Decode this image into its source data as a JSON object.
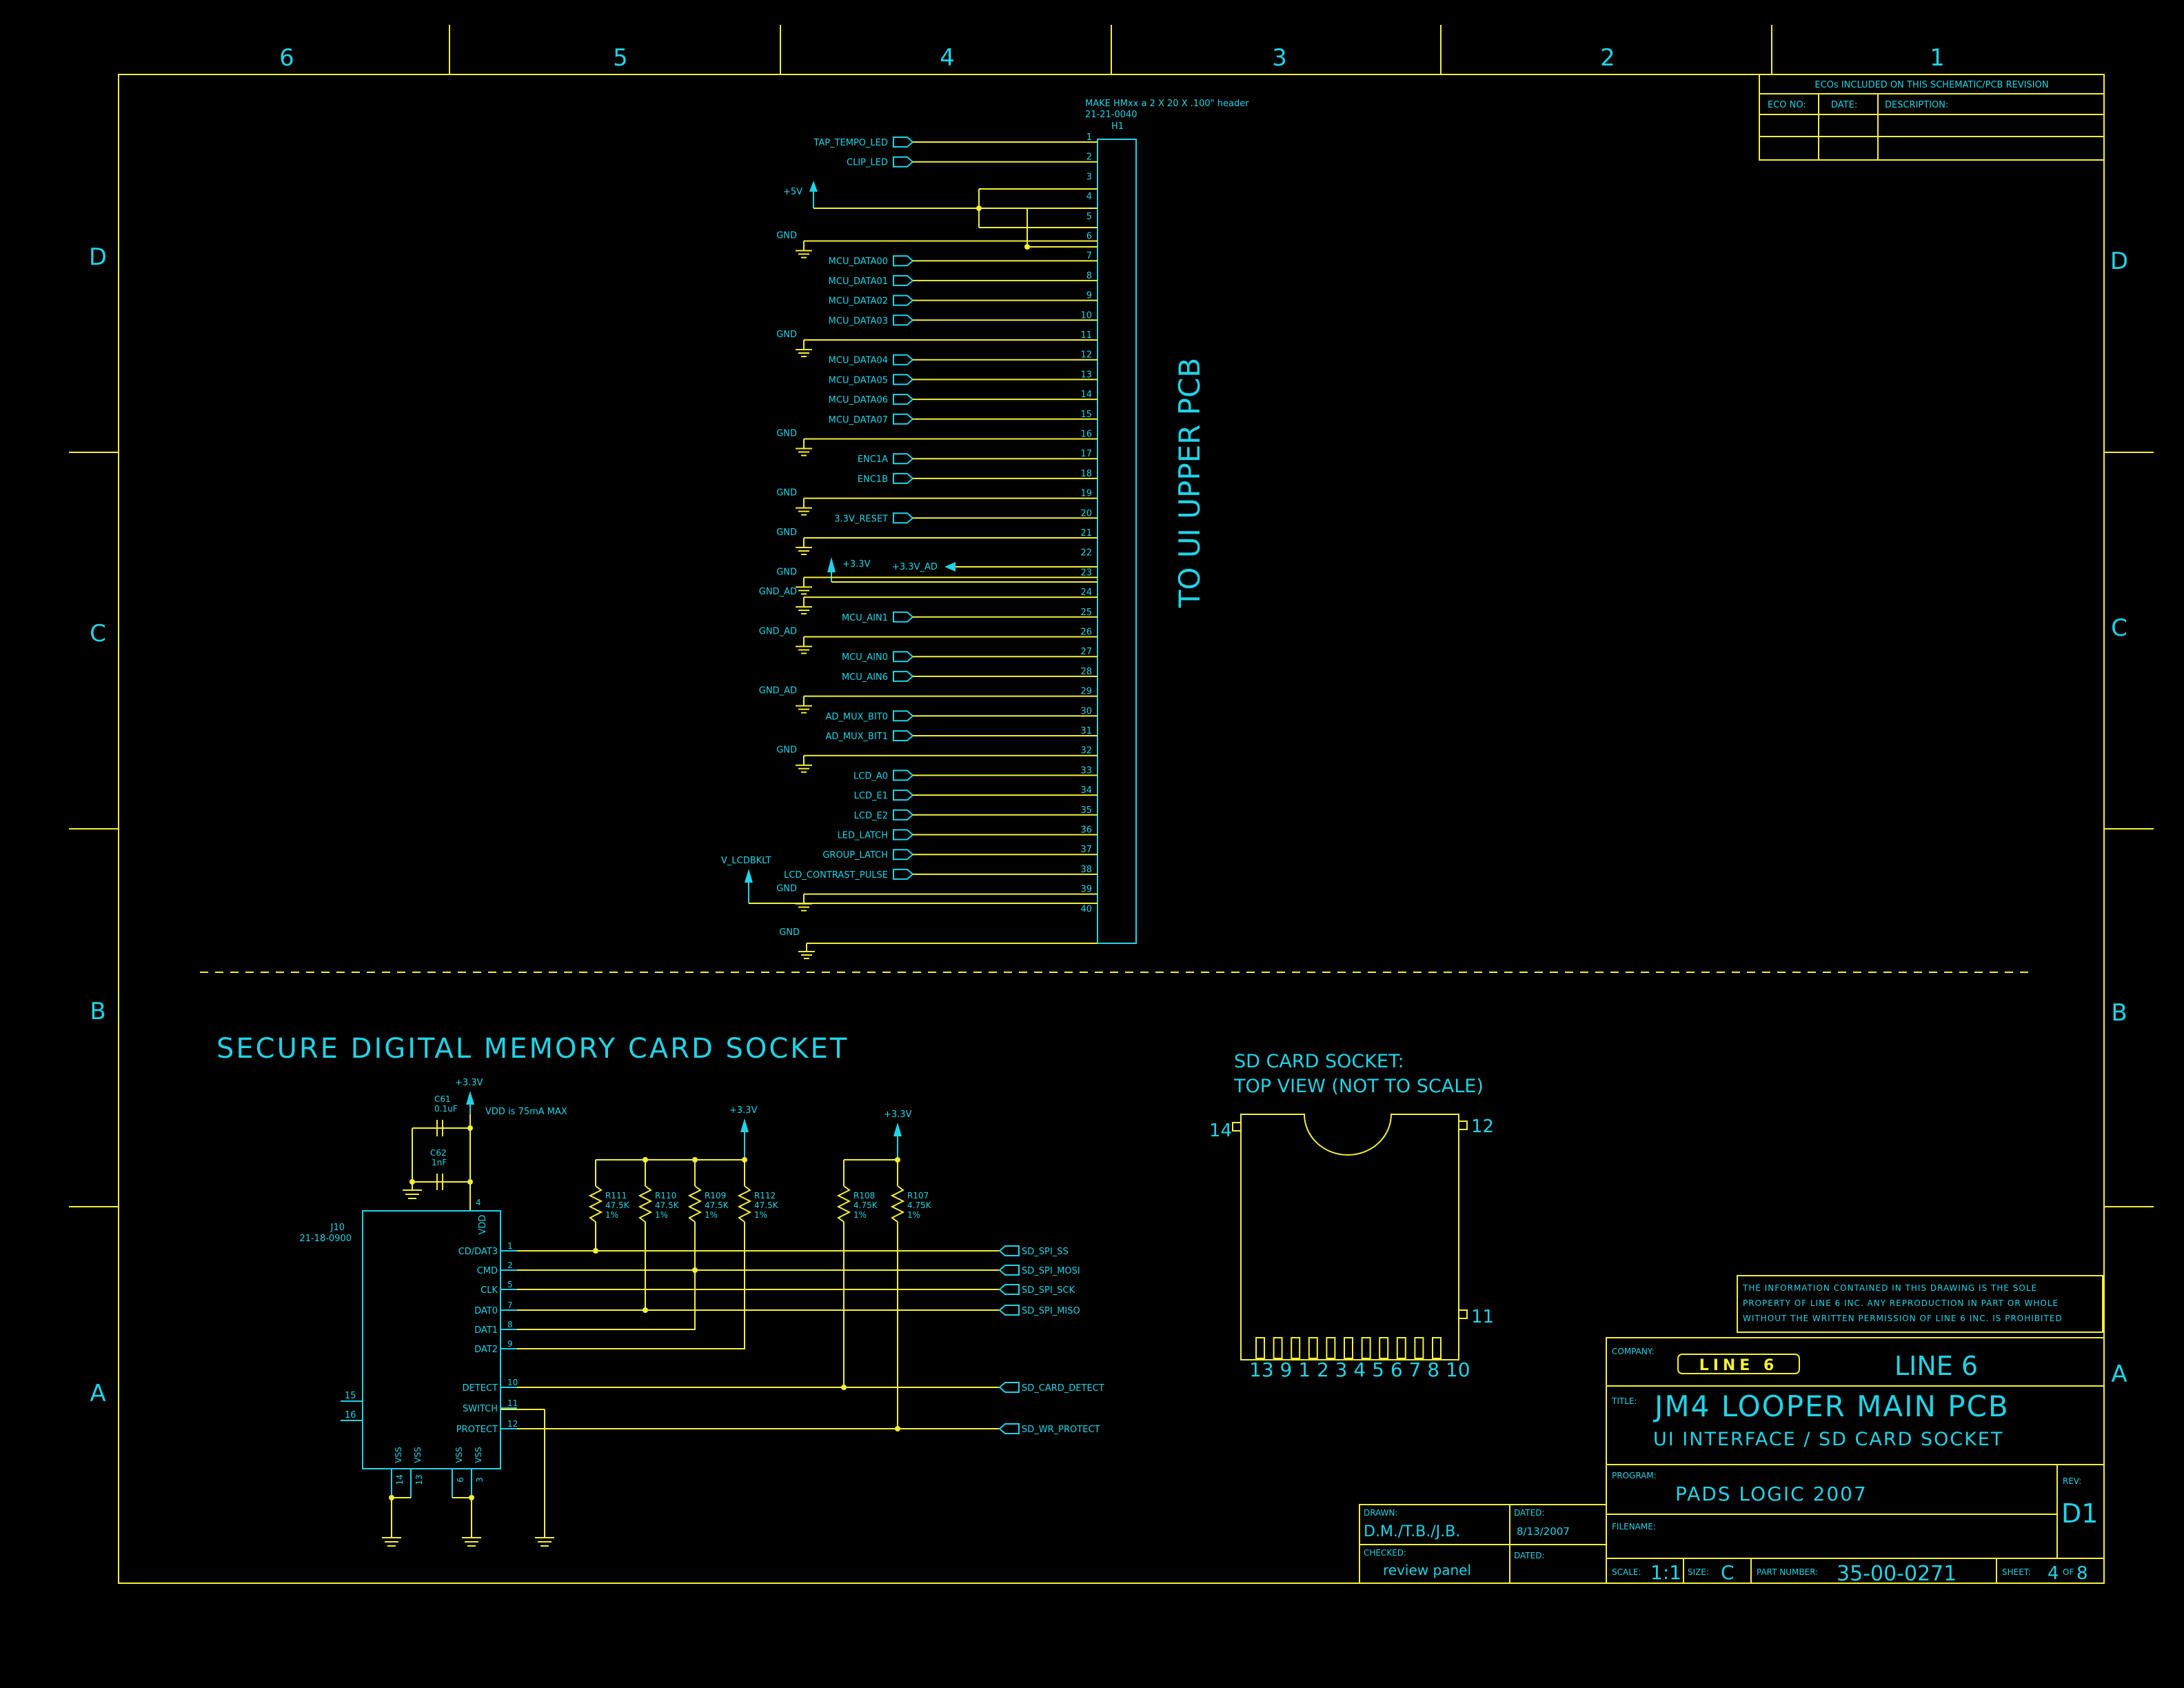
{
  "frame": {
    "columns": [
      "6",
      "5",
      "4",
      "3",
      "2",
      "1"
    ],
    "rows": [
      "D",
      "C",
      "B",
      "A"
    ]
  },
  "eco": {
    "title": "ECOs INCLUDED ON THIS SCHEMATIC/PCB REVISION",
    "col_no": "ECO NO:",
    "col_date": "DATE:",
    "col_desc": "DESCRIPTION:"
  },
  "header": {
    "note_line1": "MAKE HMxx a 2 X 20 X .100\" header",
    "note_line2": "21-21-0040",
    "ref": "H1",
    "side_label": "TO UI UPPER PCB"
  },
  "signals": [
    {
      "pin": 1,
      "name": "TAP_TEMPO_LED"
    },
    {
      "pin": 2,
      "name": "CLIP_LED"
    },
    {
      "pin": 7,
      "name": "MCU_DATA00"
    },
    {
      "pin": 8,
      "name": "MCU_DATA01"
    },
    {
      "pin": 9,
      "name": "MCU_DATA02"
    },
    {
      "pin": 10,
      "name": "MCU_DATA03"
    },
    {
      "pin": 12,
      "name": "MCU_DATA04"
    },
    {
      "pin": 13,
      "name": "MCU_DATA05"
    },
    {
      "pin": 14,
      "name": "MCU_DATA06"
    },
    {
      "pin": 15,
      "name": "MCU_DATA07"
    },
    {
      "pin": 17,
      "name": "ENC1A"
    },
    {
      "pin": 18,
      "name": "ENC1B"
    },
    {
      "pin": 20,
      "name": "3.3V_RESET"
    },
    {
      "pin": 25,
      "name": "MCU_AIN1"
    },
    {
      "pin": 27,
      "name": "MCU_AIN0"
    },
    {
      "pin": 28,
      "name": "MCU_AIN6"
    },
    {
      "pin": 30,
      "name": "AD_MUX_BIT0"
    },
    {
      "pin": 31,
      "name": "AD_MUX_BIT1"
    },
    {
      "pin": 33,
      "name": "LCD_A0"
    },
    {
      "pin": 34,
      "name": "LCD_E1"
    },
    {
      "pin": 35,
      "name": "LCD_E2"
    },
    {
      "pin": 36,
      "name": "LED_LATCH"
    },
    {
      "pin": 37,
      "name": "GROUP_LATCH"
    },
    {
      "pin": 38,
      "name": "LCD_CONTRAST_PULSE"
    }
  ],
  "header_power": {
    "plus5v": "+5V",
    "plus33v": "+3.3V",
    "plus33v_ad": "+3.3V_AD",
    "v_lcdbklt": "V_LCDBKLT",
    "gnd": "GND",
    "gnd_ad": "GND_AD"
  },
  "sd_section": {
    "title": "SECURE DIGITAL MEMORY CARD SOCKET",
    "plus33v": "+3.3V",
    "vdd_note": "VDD is 75mA MAX",
    "c61_ref": "C61",
    "c61_val": "0.1uF",
    "c62_ref": "C62",
    "c62_val": "1nF",
    "j10_ref": "J10",
    "j10_part": "21-18-0900",
    "vdd": "VDD",
    "vss": "VSS",
    "pins": [
      {
        "num": "1",
        "name": "CD/DAT3"
      },
      {
        "num": "2",
        "name": "CMD"
      },
      {
        "num": "5",
        "name": "CLK"
      },
      {
        "num": "7",
        "name": "DAT0"
      },
      {
        "num": "8",
        "name": "DAT1"
      },
      {
        "num": "9",
        "name": "DAT2"
      },
      {
        "num": "10",
        "name": "DETECT"
      },
      {
        "num": "11",
        "name": "SWITCH"
      },
      {
        "num": "12",
        "name": "PROTECT"
      }
    ],
    "left_pins": [
      "15",
      "16"
    ],
    "bottom_pins": [
      "14",
      "13",
      "6",
      "3"
    ],
    "vdd_pin": "4",
    "resistors": [
      {
        "ref": "R111",
        "val": "47.5K",
        "tol": "1%"
      },
      {
        "ref": "R110",
        "val": "47.5K",
        "tol": "1%"
      },
      {
        "ref": "R109",
        "val": "47.5K",
        "tol": "1%"
      },
      {
        "ref": "R112",
        "val": "47.5K",
        "tol": "1%"
      },
      {
        "ref": "R108",
        "val": "4.75K",
        "tol": "1%"
      },
      {
        "ref": "R107",
        "val": "4.75K",
        "tol": "1%"
      }
    ],
    "outputs": [
      "SD_SPI_SS",
      "SD_SPI_MOSI",
      "SD_SPI_SCK",
      "SD_SPI_MISO",
      "SD_CARD_DETECT",
      "SD_WR_PROTECT"
    ]
  },
  "socket_view": {
    "title1": "SD CARD SOCKET:",
    "title2": "TOP VIEW (NOT TO SCALE)",
    "pin14": "14",
    "pin12": "12",
    "pin11": "11",
    "bottom": "13 9 1 2 3 4 5 6 7 8 10"
  },
  "notice": {
    "line1": "THE INFORMATION CONTAINED IN THIS DRAWING IS THE SOLE",
    "line2": "PROPERTY OF LINE 6 INC.  ANY REPRODUCTION IN PART OR WHOLE",
    "line3": "WITHOUT THE WRITTEN PERMISSION OF LINE 6 INC. IS PROHIBITED"
  },
  "title_block": {
    "company_label": "COMPANY:",
    "logo": "LINE 6",
    "company": "LINE 6",
    "title_label": "TITLE:",
    "title": "JM4 LOOPER MAIN PCB",
    "subtitle": "UI INTERFACE / SD CARD SOCKET",
    "program_label": "PROGRAM:",
    "program": "PADS LOGIC 2007",
    "rev_label": "REV:",
    "rev": "D1",
    "filename_label": "FILENAME:",
    "drawn_label": "DRAWN:",
    "drawn": "D.M./T.B./J.B.",
    "dated_label": "DATED:",
    "dated": "8/13/2007",
    "checked_label": "CHECKED:",
    "checked": "review panel",
    "dated2_label": "DATED:",
    "scale_label": "SCALE:",
    "scale": "1:1",
    "size_label": "SIZE:",
    "size": "C",
    "part_label": "PART NUMBER:",
    "part": "35-00-0271",
    "sheet_label": "SHEET:",
    "sheet": "4",
    "of_label": "OF",
    "of": "8"
  }
}
